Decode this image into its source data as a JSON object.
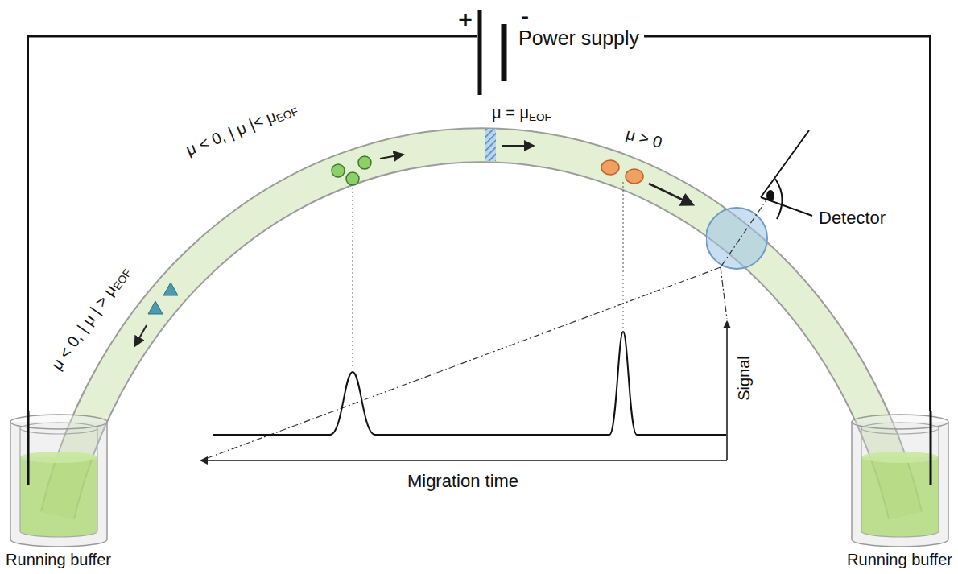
{
  "diagram": {
    "nodes": [
      {
        "text": [
          "Power supply"
        ]
      },
      {
        "text": [
          "Running buffer"
        ]
      },
      {
        "text": [
          "Running buffer"
        ]
      },
      {
        "text": [
          "Detector"
        ]
      }
    ],
    "edges": [
      {
        "from": 0,
        "to": 1,
        "arrow": "none"
      },
      {
        "from": 0,
        "to": 2,
        "arrow": "none"
      }
    ],
    "labels": [
      "+",
      "-",
      "μ < 0, | μ | > μEOF",
      "μ < 0, | μ |< μEOF",
      "μ = μEOF",
      "μ > 0",
      "Signal",
      "Migration time"
    ]
  }
}
